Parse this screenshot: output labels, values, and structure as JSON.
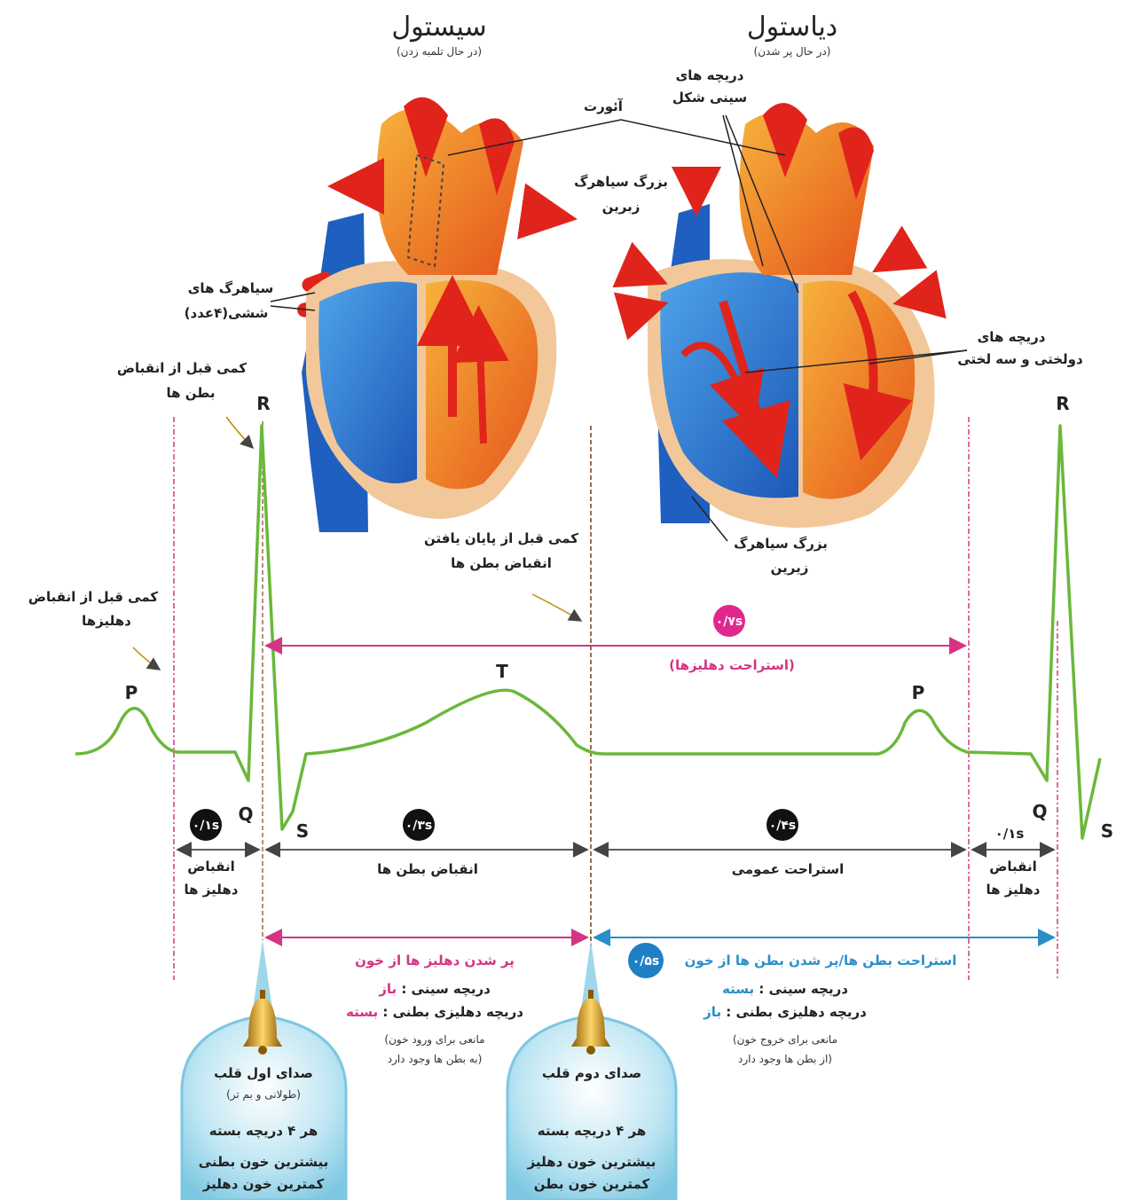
{
  "titles": {
    "systole": "سیستول",
    "systole_sub": "(در حال تلمبه زدن)",
    "diastole": "دیاستول",
    "diastole_sub": "(در حال پر شدن)"
  },
  "heart_labels": {
    "aorta": "آئورت",
    "semilunar_1": "دریچه های",
    "semilunar_2": "سینی شکل",
    "sup_vena_1": "بزرگ سیاهرگ",
    "sup_vena_2": "زبرین",
    "pulm_veins_1": "سیاهرگ های",
    "pulm_veins_2": "ششی(۴عدد)",
    "av_valves_1": "دریچه های",
    "av_valves_2": "دولختی و سه لختی",
    "inf_vena_1": "بزرگ سیاهرگ",
    "inf_vena_2": "زیرین"
  },
  "annotations": {
    "before_vent_1": "کمی قبل از انقباض",
    "before_vent_2": "بطن ها",
    "before_atrial_1": "کمی قبل از انقباض",
    "before_atrial_2": "دهلیزها",
    "before_end_1": "کمی قبل از پایان یافتن",
    "before_end_2": "انقباض بطن ها"
  },
  "wave_letters": {
    "p1": "P",
    "q1": "Q",
    "r1": "R",
    "s1": "S",
    "t": "T",
    "p2": "P",
    "q2": "Q",
    "r2": "R",
    "s2": "S"
  },
  "durations": {
    "atrial_relax": "۰/۷s",
    "atrial_relax_label": "(استراحت دهلیزها)",
    "atrial_contract": "۰/۱s",
    "vent_contract": "۰/۳s",
    "general_rest": "۰/۴s",
    "atrial_contract_2": "۰/۱s",
    "vent_relax": "۰/۵s"
  },
  "phases": {
    "atrial_contract_1": "انقباض",
    "atrial_contract_2": "دهلیز ها",
    "vent_contract": "انقباض بطن ها",
    "general_rest": "استراحت عمومی",
    "atrial_contract_b1": "انقباض",
    "atrial_contract_b2": "دهلیز ها"
  },
  "filling": {
    "atria_fill": "پر شدن دهلیز ها از خون",
    "vent_relax_fill": "استراحت بطن ها/پر شدن بطن ها از خون"
  },
  "valve_states_left": {
    "semilunar": "دریچه سینی : ",
    "semilunar_state": "باز",
    "av": "دریچه دهلیزی بطنی : ",
    "av_state": "بسته",
    "note_1": "(مانعی برای ورود خون",
    "note_2": "به بطن ها وجود دارد)"
  },
  "valve_states_right": {
    "semilunar": "دریچه سینی : ",
    "semilunar_state": "بسته",
    "av": "دریچه دهلیزی بطنی : ",
    "av_state": "باز",
    "note_1": "(مانعی برای خروج خون",
    "note_2": "از بطن ها وجود دارد)"
  },
  "bell_1": {
    "title": "صدای اول قلب",
    "sub": "(طولانی و بم تر)",
    "line_1": "هر ۴ دریچه بسته",
    "line_2": "بیشترین خون بطنی",
    "line_3": "کمترین خون دهلیز"
  },
  "bell_2": {
    "title": "صدای دوم قلب",
    "line_1": "هر ۴ دریچه بسته",
    "line_2": "بیشترین خون دهلیز",
    "line_3": "کمترین خون بطن"
  },
  "colors": {
    "ecg": "#6ab83a",
    "pink": "#d63384",
    "blue": "#2a8fc9",
    "heart_blue": "#1e5fc0",
    "heart_red": "#e0241b",
    "heart_orange": "#f08a1c"
  }
}
